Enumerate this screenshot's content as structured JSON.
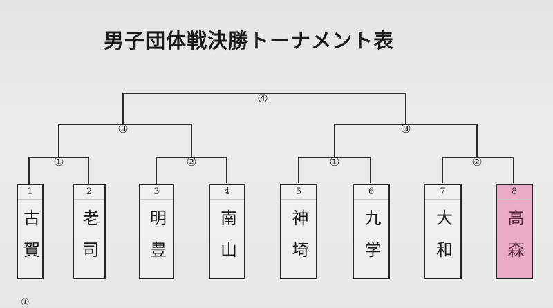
{
  "title": "男子団体戦決勝トーナメント表",
  "rounds": {
    "r1_left_a": "①",
    "r1_left_b": "②",
    "r1_right_a": "①",
    "r1_right_b": "②",
    "r2_left": "③",
    "r2_right": "③",
    "final": "④"
  },
  "teams": [
    {
      "no": "1",
      "name": "古賀"
    },
    {
      "no": "2",
      "name": "老司"
    },
    {
      "no": "3",
      "name": "明豊"
    },
    {
      "no": "4",
      "name": "南山"
    },
    {
      "no": "5",
      "name": "神埼"
    },
    {
      "no": "6",
      "name": "九学"
    },
    {
      "no": "7",
      "name": "大和"
    },
    {
      "no": "8",
      "name": "高森"
    }
  ],
  "highlight_color": "#e896b9",
  "footer_mark": "①"
}
